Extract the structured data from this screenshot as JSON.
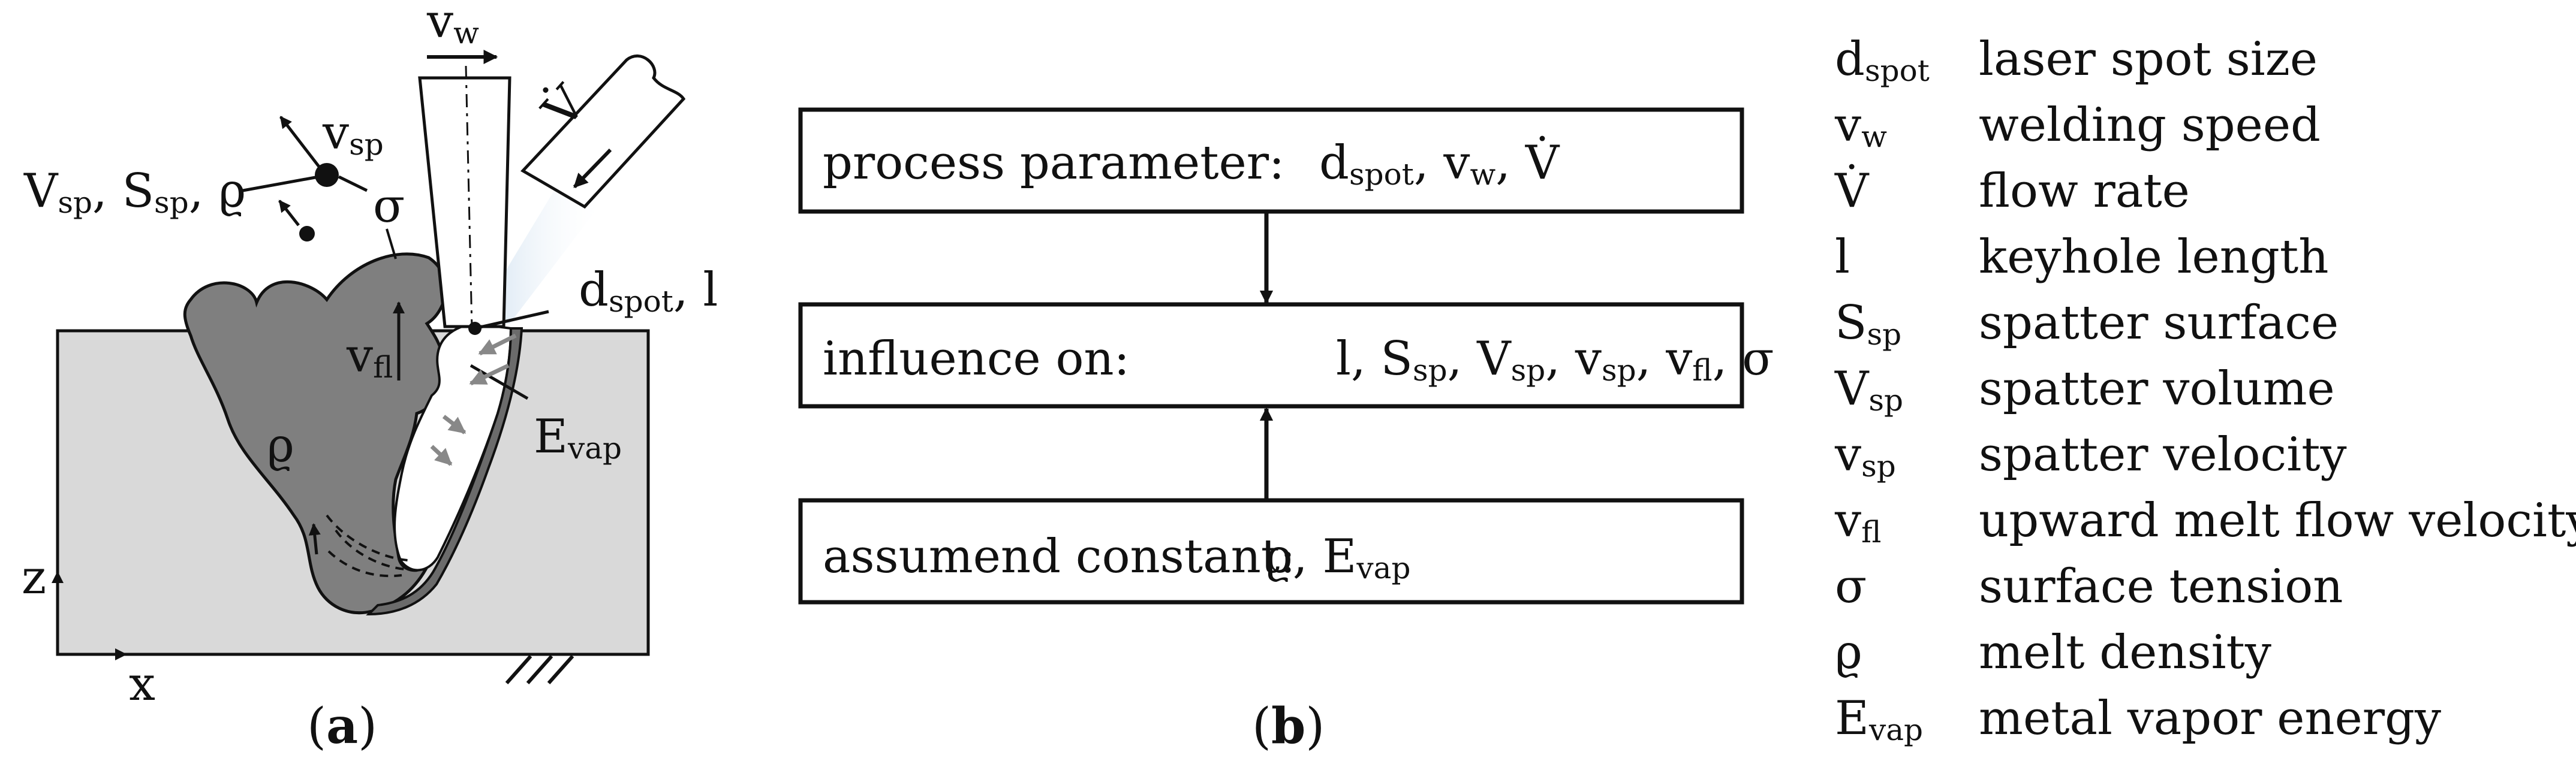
{
  "panel_a": {
    "caption_open": "(",
    "caption_letter": "a",
    "caption_close": ")",
    "v_w": {
      "main": "v",
      "sub": "w"
    },
    "v_sp": {
      "main": "v",
      "sub": "sp"
    },
    "V_S_rho": {
      "V": "V",
      "V_sub": "sp",
      "sep1": ", ",
      "S": "S",
      "S_sub": "sp",
      "sep2": ", ",
      "rho": "ϱ"
    },
    "sigma": "σ",
    "d_spot_l": {
      "d": "d",
      "d_sub": "spot",
      "rest": ", l"
    },
    "v_fl": {
      "main": "v",
      "sub": "fl"
    },
    "rho_melt": "ϱ",
    "E_vap": {
      "main": "E",
      "sub": "vap"
    },
    "gas_flow": "V̇",
    "axis_z": "z",
    "axis_x": "x"
  },
  "panel_b": {
    "caption_open": "(",
    "caption_letter": "b",
    "caption_close": ")",
    "box1": {
      "label": "process parameter:",
      "d": "d",
      "d_sub": "spot",
      "c1": ", ",
      "v": "v",
      "v_sub": "w",
      "c2": ", ",
      "Vdot": "V̇"
    },
    "box2": {
      "label": "influence on:",
      "l": "l",
      "c0": ", ",
      "S": "S",
      "S_sub": "sp",
      "c1": ", ",
      "V": "V",
      "V_sub": "sp",
      "c2": ", ",
      "v": "v",
      "v_sub": "sp",
      "c3": ", ",
      "vf": "v",
      "vf_sub": "fl",
      "c4": ", ",
      "sigma": "σ"
    },
    "box3": {
      "label": "assumend constant:",
      "rho": "ϱ",
      "c1": ", ",
      "E": "E",
      "E_sub": "vap"
    }
  },
  "legend": [
    {
      "sym": "d",
      "sub": "spot",
      "desc": "laser spot size"
    },
    {
      "sym": "v",
      "sub": "w",
      "desc": "welding speed"
    },
    {
      "sym": "V̇",
      "sub": "",
      "desc": "flow rate"
    },
    {
      "sym": "l",
      "sub": "",
      "desc": "keyhole length"
    },
    {
      "sym": "S",
      "sub": "sp",
      "desc": "spatter surface"
    },
    {
      "sym": "V",
      "sub": "sp",
      "desc": "spatter volume"
    },
    {
      "sym": "v",
      "sub": "sp",
      "desc": "spatter velocity"
    },
    {
      "sym": "v",
      "sub": "fl",
      "desc": "upward melt flow velocity"
    },
    {
      "sym": "σ",
      "sub": "",
      "desc": "surface tension"
    },
    {
      "sym": "ϱ",
      "sub": "",
      "desc": "melt density"
    },
    {
      "sym": "E",
      "sub": "vap",
      "desc": "metal vapor energy"
    }
  ]
}
